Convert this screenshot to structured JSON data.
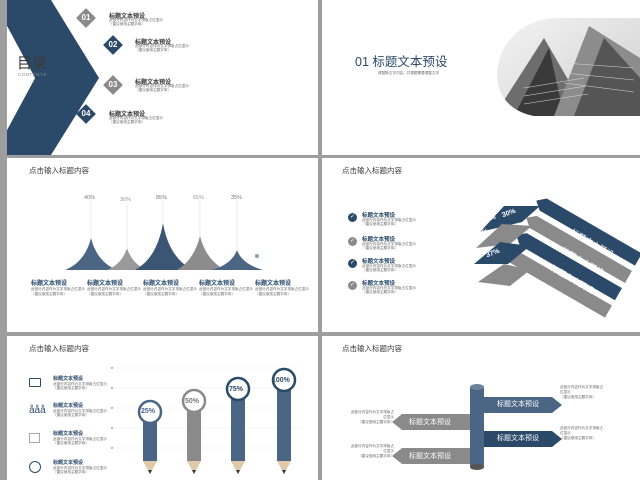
{
  "colors": {
    "navy": "#2b4a6a",
    "gray": "#8a8a8a",
    "light": "#bdbdbd"
  },
  "slide1": {
    "title": "目录",
    "subtitle": "CONTENTS",
    "items": [
      {
        "num": "01",
        "title": "标题文本预设",
        "desc1": "此部分内容作为文字排版占位显示",
        "desc2": "（建议使用主题字体）"
      },
      {
        "num": "02",
        "title": "标题文本预设",
        "desc1": "此部分内容作为文字排版占位显示",
        "desc2": "（建议使用主题字体）"
      },
      {
        "num": "03",
        "title": "标题文本预设",
        "desc1": "此部分内容作为文字排版占位显示",
        "desc2": "（建议使用主题字体）"
      },
      {
        "num": "04",
        "title": "标题文本预设",
        "desc1": "此部分内容作为文字排版占位显示",
        "desc2": "（建议使用主题字体）"
      }
    ]
  },
  "slide2": {
    "title": "01 标题文本预设",
    "desc": "请替换文字内容，并根据需要调整文字"
  },
  "slide3": {
    "heading": "点击输入标题内容",
    "peaks": [
      "40%",
      "30%",
      "85%",
      "65%",
      "35%"
    ],
    "labels": [
      {
        "title": "标题文本预设",
        "d1": "此部分内容作为文字排版占位显示",
        "d2": "（建议使用主题字体）"
      },
      {
        "title": "标题文本预设",
        "d1": "此部分内容作为文字排版占位显示",
        "d2": "（建议使用主题字体）"
      },
      {
        "title": "标题文本预设",
        "d1": "此部分内容作为文字排版占位显示",
        "d2": "（建议使用主题字体）"
      },
      {
        "title": "标题文本预设",
        "d1": "此部分内容作为文字排版占位显示",
        "d2": "（建议使用主题字体）"
      },
      {
        "title": "标题文本预设",
        "d1": "此部分内容作为文字排版占位显示",
        "d2": "（建议使用主题字体）"
      }
    ]
  },
  "slide4": {
    "heading": "点击输入标题内容",
    "items": [
      {
        "title": "标题文本预设",
        "d1": "此部分内容作为文字排版占位显示",
        "d2": "（建议使用主题字体）"
      },
      {
        "title": "标题文本预设",
        "d1": "此部分内容作为文字排版占位显示",
        "d2": "（建议使用主题字体）"
      },
      {
        "title": "标题文本预设",
        "d1": "此部分内容作为文字排版占位显示",
        "d2": "（建议使用主题字体）"
      },
      {
        "title": "标题文本预设",
        "d1": "此部分内容作为文字排版占位显示",
        "d2": "（建议使用主题字体）"
      }
    ],
    "pcts": [
      "30%",
      "45%",
      "43%",
      "37%"
    ],
    "arrows": [
      "标题文本预设",
      "标题文本预设",
      "标题文本预设",
      "标题文本预设"
    ]
  },
  "slide5": {
    "heading": "点击输入标题内容",
    "items": [
      {
        "title": "标题文本预设",
        "d1": "此部分内容作为文字排版占位显示",
        "d2": "（建议使用主题字体）"
      },
      {
        "title": "标题文本预设",
        "d1": "此部分内容作为文字排版占位显示",
        "d2": "（建议使用主题字体）"
      },
      {
        "title": "标题文本预设",
        "d1": "此部分内容作为文字排版占位显示",
        "d2": "（建议使用主题字体）"
      },
      {
        "title": "标题文本预设",
        "d1": "此部分内容作为文字排版占位显示",
        "d2": "（建议使用主题字体）"
      }
    ],
    "pencils": [
      "25%",
      "50%",
      "75%",
      "100%"
    ]
  },
  "slide6": {
    "heading": "点击输入标题内容",
    "arrows": [
      "标题文本预设",
      "标题文本预设",
      "标题文本预设",
      "标题文本预设"
    ],
    "descs": [
      {
        "d1": "此部分内容作为文字排版占",
        "d2": "位显示",
        "d3": "（建议使用主题字体）"
      },
      {
        "d1": "此部分内容作为文字排版占",
        "d2": "位显示",
        "d3": "（建议使用主题字体）"
      },
      {
        "d1": "此部分内容作为文字排版占",
        "d2": "位显示",
        "d3": "（建议使用主题字体）"
      },
      {
        "d1": "此部分内容作为文字排版占",
        "d2": "位显示",
        "d3": "（建议使用主题字体）"
      }
    ]
  }
}
